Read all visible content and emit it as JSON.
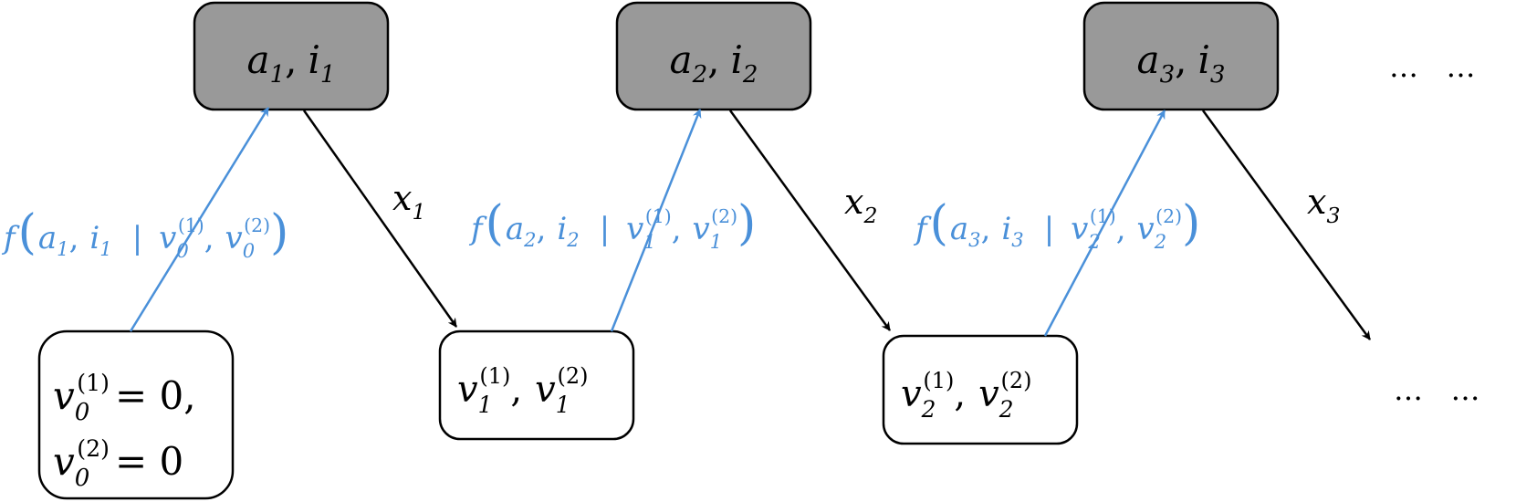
{
  "colors": {
    "action_box_fill": "#999999",
    "state_box_fill": "#ffffff",
    "blue_arrow": "#4a90d9",
    "black_arrow": "#000000"
  },
  "steps": [
    {
      "action": {
        "a": "a",
        "a_sub": "1",
        "sep": ",",
        "i": "i",
        "i_sub": "1"
      },
      "input_label": {
        "f": "f",
        "a": "a",
        "a_sub": "1",
        "i": "i",
        "i_sub": "1",
        "bar": "|",
        "v": "v",
        "v_sub": "0",
        "sup1": "(1)",
        "sup2": "(2)"
      },
      "output_label": {
        "x": "x",
        "x_sub": "1"
      }
    },
    {
      "action": {
        "a": "a",
        "a_sub": "2",
        "sep": ",",
        "i": "i",
        "i_sub": "2"
      },
      "input_label": {
        "f": "f",
        "a": "a",
        "a_sub": "2",
        "i": "i",
        "i_sub": "2",
        "bar": "|",
        "v": "v",
        "v_sub": "1",
        "sup1": "(1)",
        "sup2": "(2)"
      },
      "output_label": {
        "x": "x",
        "x_sub": "2"
      }
    },
    {
      "action": {
        "a": "a",
        "a_sub": "3",
        "sep": ",",
        "i": "i",
        "i_sub": "3"
      },
      "input_label": {
        "f": "f",
        "a": "a",
        "a_sub": "3",
        "i": "i",
        "i_sub": "3",
        "bar": "|",
        "v": "v",
        "v_sub": "2",
        "sup1": "(1)",
        "sup2": "(2)"
      },
      "output_label": {
        "x": "x",
        "x_sub": "3"
      }
    }
  ],
  "states": [
    {
      "v": "v",
      "sub": "0",
      "sup1": "(1)",
      "sup2": "(2)",
      "eq1": "= 0,",
      "eq2": "= 0"
    },
    {
      "v": "v",
      "sub": "1",
      "sup1": "(1)",
      "sup2": "(2)",
      "sep": ","
    },
    {
      "v": "v",
      "sub": "2",
      "sup1": "(1)",
      "sup2": "(2)",
      "sep": ","
    }
  ],
  "ellipsis": {
    "top": "…   …",
    "bottom": "…   …"
  }
}
